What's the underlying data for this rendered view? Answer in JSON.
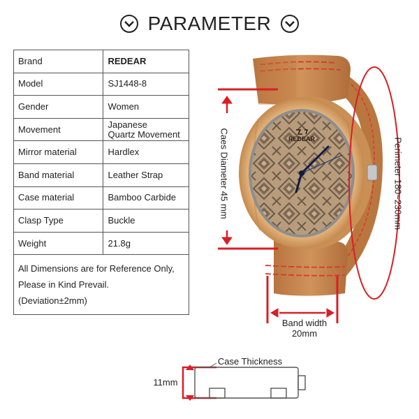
{
  "header": {
    "title": "PARAMETER",
    "left_icon": "chevron-down-circle-icon",
    "right_icon": "chevron-down-circle-icon"
  },
  "specs": [
    {
      "label": "Brand",
      "value": "REDEAR"
    },
    {
      "label": "Model",
      "value": "SJ1448-8"
    },
    {
      "label": "Gender",
      "value": "Women"
    },
    {
      "label": "Movement",
      "value": "Japanese Quartz Movement"
    },
    {
      "label": "Mirror material",
      "value": "Hardlex"
    },
    {
      "label": "Band material",
      "value": "Leather Strap"
    },
    {
      "label": "Case material",
      "value": "Bamboo Carbide"
    },
    {
      "label": "Clasp Type",
      "value": "Buckle"
    },
    {
      "label": "Weight",
      "value": "21.8g"
    }
  ],
  "movement_lines": [
    "Japanese",
    "Quartz Movement"
  ],
  "note": {
    "line1": "All Dimensions are for Reference Only,",
    "line2": "Please in Kind Prevail.",
    "line3": "(Deviation±2mm)"
  },
  "dimensions": {
    "case_diameter": "Caes Diameter 45 mm",
    "perimeter": "Perimeter 180~230mm",
    "band_width_label": "Band width",
    "band_width_value": "20mm",
    "case_thickness": "Case Thickness",
    "thickness_value": "11mm"
  },
  "watch": {
    "brand_mark": "REDEAR",
    "colors": {
      "bamboo": "#d9a56a",
      "leather": "#c8874f",
      "stitch": "#d63a2e",
      "dial": "#b39a7c",
      "accent_red": "#d81f26"
    }
  }
}
